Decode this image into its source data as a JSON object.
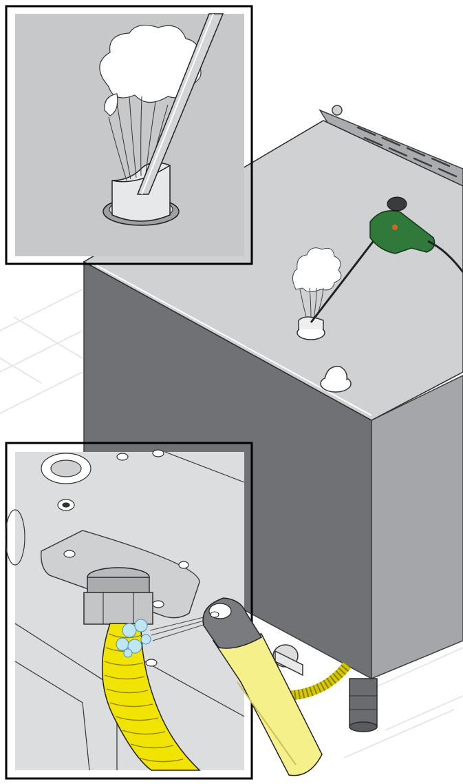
{
  "illustration": {
    "subject": "",
    "panels": [
      {
        "id": "inset-top",
        "shows": ""
      },
      {
        "id": "main-view",
        "shows": ""
      },
      {
        "id": "inset-bottom",
        "shows": ""
      }
    ]
  },
  "colors": {
    "background": "#ffffff",
    "inset_background": "#c7c8ca",
    "cabinet_side": "#707174",
    "cabinet_front": "#a4a6a9",
    "cabinet_top": "#d0d1d3",
    "hose_yellow": "#f1e400",
    "spray_can": "#f6f08a",
    "spray_cap": "#7a7b7e",
    "igniter_green": "#2f7a3a",
    "bubbles": "#bfe6f5"
  },
  "icons": [
    "steam-plume",
    "igniter-tool",
    "leak-bubbles",
    "spray-can",
    "gas-hose"
  ]
}
